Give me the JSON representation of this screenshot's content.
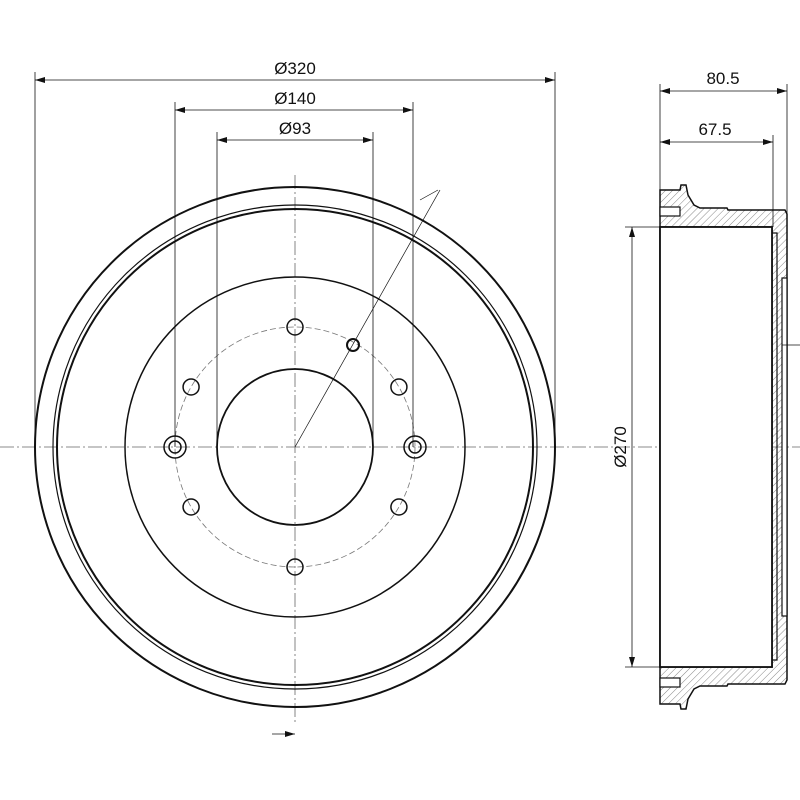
{
  "drawing": {
    "front_view": {
      "dims": {
        "outer_diameter": "Ø320",
        "bolt_circle": "Ø140",
        "center_bore": "Ø93"
      }
    },
    "side_view": {
      "dims": {
        "overall_height": "80.5",
        "inner_depth": "67.5",
        "inner_diameter": "Ø270"
      }
    },
    "colors": {
      "line": "#111111",
      "hatch": "#888888"
    }
  }
}
